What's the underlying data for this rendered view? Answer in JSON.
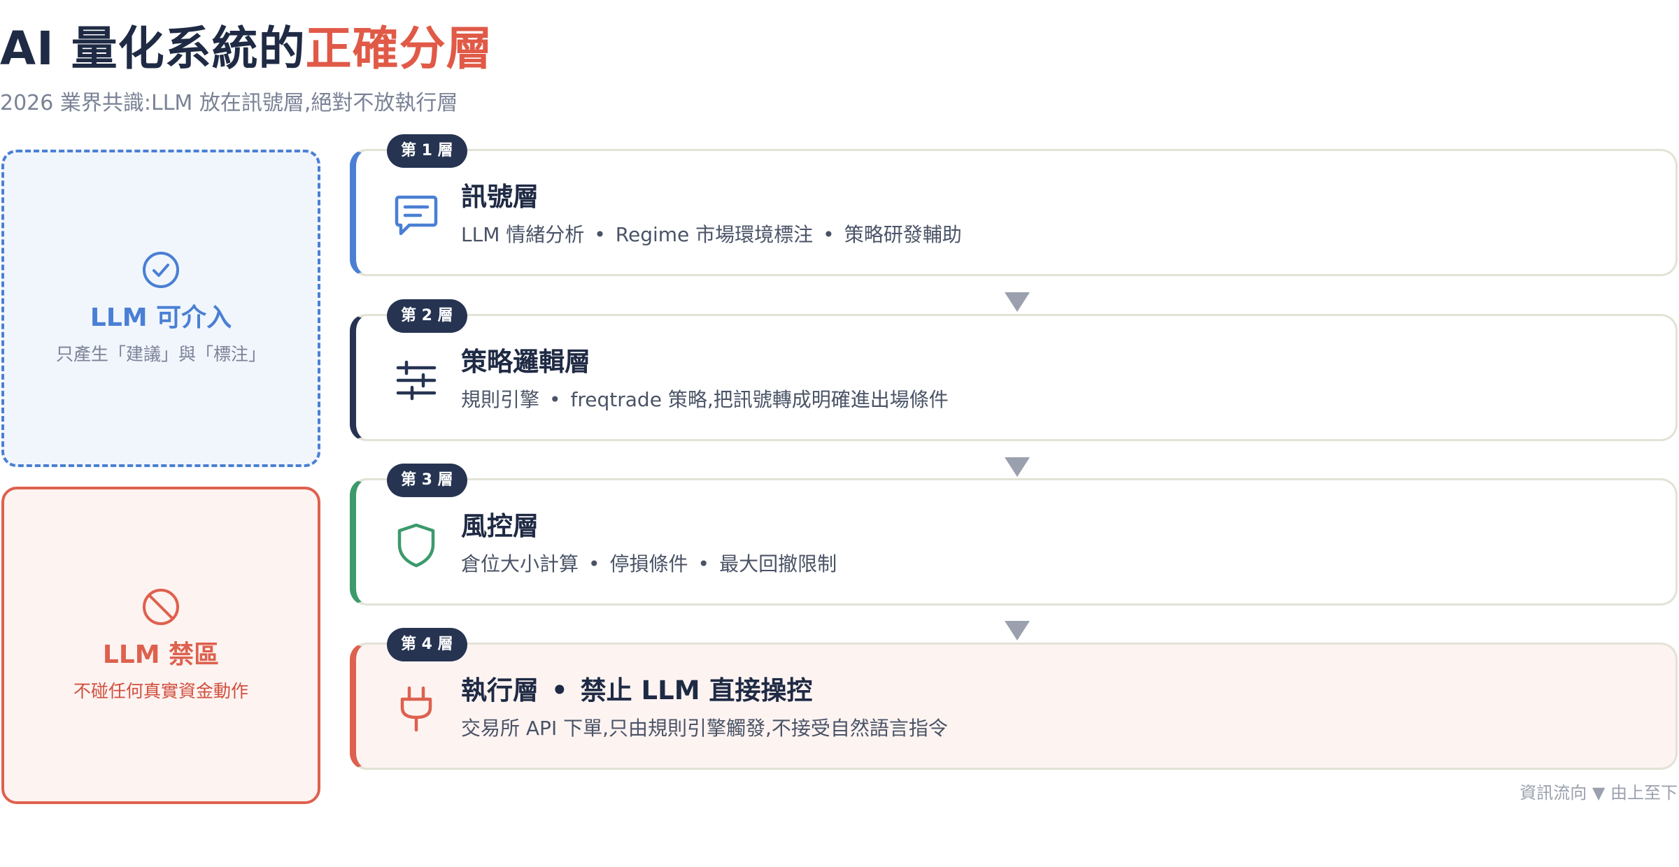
{
  "title": {
    "main": "AI 量化系統的",
    "accent": "正確分層"
  },
  "subtitle": "2026 業界共識:LLM 放在訊號層,絕對不放執行層",
  "zones": {
    "allowed": {
      "icon": "check-circle-icon",
      "title": "LLM 可介入",
      "desc": "只產生「建議」與「標注」",
      "color": "#4a7fd4"
    },
    "forbidden": {
      "icon": "prohibited-icon",
      "title": "LLM 禁區",
      "desc": "不碰任何真實資金動作",
      "color": "#dd614e"
    }
  },
  "separator": "•",
  "layers": [
    {
      "badge": "第 1 層",
      "icon": "chat-message-icon",
      "title": "訊號層",
      "items": [
        "LLM 情緒分析",
        "Regime 市場環境標注",
        "策略研發輔助"
      ],
      "accent": "#4a7fd4"
    },
    {
      "badge": "第 2 層",
      "icon": "sliders-icon",
      "title": "策略邏輯層",
      "items": [
        "規則引擎",
        "freqtrade 策略,把訊號轉成明確進出場條件"
      ],
      "accent": "#263452"
    },
    {
      "badge": "第 3 層",
      "icon": "shield-icon",
      "title": "風控層",
      "items": [
        "倉位大小計算",
        "停損條件",
        "最大回撤限制"
      ],
      "accent": "#3c9a6b"
    },
    {
      "badge": "第 4 層",
      "icon": "plug-icon",
      "title": "執行層",
      "title_extra": "禁止 LLM 直接操控",
      "items": [
        "交易所 API 下單,只由規則引擎觸發,不接受自然語言指令"
      ],
      "accent": "#dd614e"
    }
  ],
  "flow_note": "資訊流向 ▼ 由上至下"
}
